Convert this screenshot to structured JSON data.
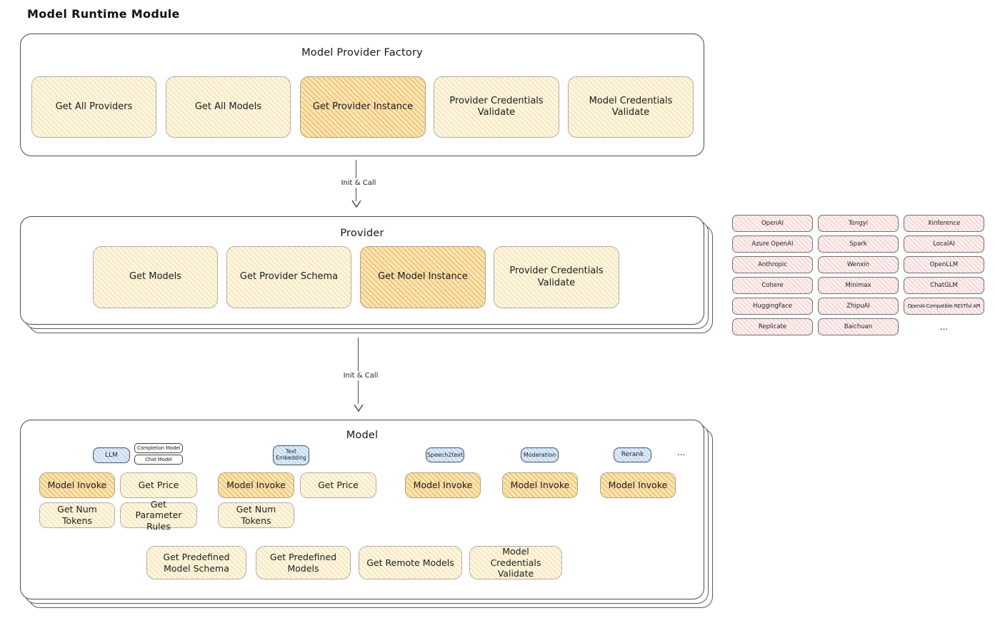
{
  "title": "Model Runtime Module",
  "colors": {
    "highlight_orange": "#f3c46a",
    "light_yellow": "#fdf7e3",
    "provider_pink": "#fcf0ef",
    "tab_blue": "#ddebf8"
  },
  "arrow1": {
    "label": "Init & Call"
  },
  "arrow2": {
    "label": "Init & Call"
  },
  "factory": {
    "title": "Model Provider Factory",
    "buttons": [
      {
        "label": "Get All Providers",
        "highlight": false
      },
      {
        "label": "Get All Models",
        "highlight": false
      },
      {
        "label": "Get Provider Instance",
        "highlight": true
      },
      {
        "label": "Provider Credentials Validate",
        "highlight": false
      },
      {
        "label": "Model Credentials Validate",
        "highlight": false
      }
    ]
  },
  "provider": {
    "title": "Provider",
    "buttons": [
      {
        "label": "Get Models",
        "highlight": false
      },
      {
        "label": "Get Provider Schema",
        "highlight": false
      },
      {
        "label": "Get Model Instance",
        "highlight": true
      },
      {
        "label": "Provider Credentials Validate",
        "highlight": false
      }
    ]
  },
  "provider_list": {
    "col1": [
      "OpenAI",
      "Azure OpenAI",
      "Anthropic",
      "Cohere",
      "HuggingFace",
      "Replicate"
    ],
    "col2": [
      "Tongyi",
      "Spark",
      "Wenxin",
      "Minimax",
      "ZhipuAI",
      "Baichuan"
    ],
    "col3": [
      "Xinference",
      "LocalAI",
      "OpenLLM",
      "ChatGLM",
      "OpenAI-Compatible RESTful API"
    ],
    "ellipsis": "..."
  },
  "model": {
    "title": "Model",
    "tabs": {
      "llm": "LLM",
      "completion_model": "Completion Model",
      "chat_model": "Chat Model",
      "text_embedding": "Text Embedding",
      "speech2text": "Speech2text",
      "moderation": "Moderation",
      "rerank": "Rerank",
      "ellipsis": "..."
    },
    "llm_buttons": [
      {
        "label": "Model Invoke",
        "highlight": true
      },
      {
        "label": "Get Price",
        "highlight": false
      },
      {
        "label": "Get Num Tokens",
        "highlight": false
      },
      {
        "label": "Get Parameter Rules",
        "highlight": false
      }
    ],
    "embedding_buttons": [
      {
        "label": "Model Invoke",
        "highlight": true
      },
      {
        "label": "Get Price",
        "highlight": false
      },
      {
        "label": "Get Num Tokens",
        "highlight": false
      }
    ],
    "speech2text_buttons": [
      {
        "label": "Model Invoke",
        "highlight": true
      }
    ],
    "moderation_buttons": [
      {
        "label": "Model Invoke",
        "highlight": true
      }
    ],
    "rerank_buttons": [
      {
        "label": "Model Invoke",
        "highlight": true
      }
    ],
    "common_buttons": [
      {
        "label": "Get Predefined Model Schema"
      },
      {
        "label": "Get Predefined Models"
      },
      {
        "label": "Get Remote Models"
      },
      {
        "label": "Model Credentials Validate"
      }
    ]
  }
}
